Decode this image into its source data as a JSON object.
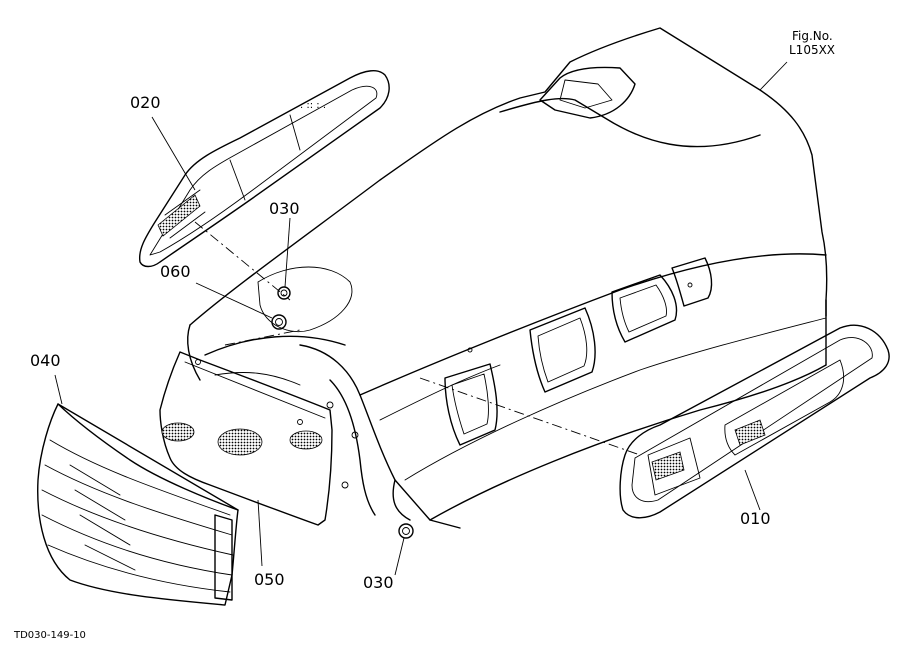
{
  "figure": {
    "label_line1": "Fig.No.",
    "label_line2": "L105XX"
  },
  "drawing_code": "TD030-149-10",
  "callouts": [
    {
      "id": "010",
      "text": "010"
    },
    {
      "id": "020",
      "text": "020"
    },
    {
      "id": "030a",
      "text": "030"
    },
    {
      "id": "030b",
      "text": "030"
    },
    {
      "id": "040",
      "text": "040"
    },
    {
      "id": "050",
      "text": "050"
    },
    {
      "id": "060",
      "text": "060"
    }
  ]
}
